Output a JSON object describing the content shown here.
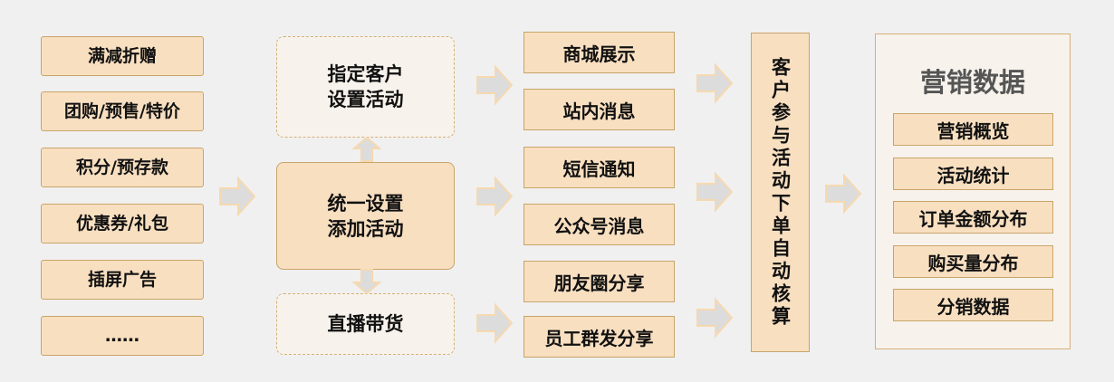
{
  "promotions": [
    "满减折赠",
    "团购/预售/特价",
    "积分/预存款",
    "优惠券/礼包",
    "插屏广告",
    "……"
  ],
  "activity_setup": {
    "targeted": "指定客户\n设置活动",
    "unified": "统一设置\n添加活动",
    "livestream": "直播带货"
  },
  "channels": [
    "商城展示",
    "站内消息",
    "短信通知",
    "公众号消息",
    "朋友圈分享",
    "员工群发分享"
  ],
  "order_step": "客户参与活动下单自动核算",
  "marketing_data": {
    "title": "营销数据",
    "items": [
      "营销概览",
      "活动统计",
      "订单金额分布",
      "购买量分布",
      "分销数据"
    ]
  },
  "colors": {
    "box_fill": "#f8dfc0",
    "box_border": "#c9a46a",
    "dashed_fill": "#f7f3ec",
    "arrow_fill": "#dcdcdc",
    "background": "#f0f0f0"
  }
}
